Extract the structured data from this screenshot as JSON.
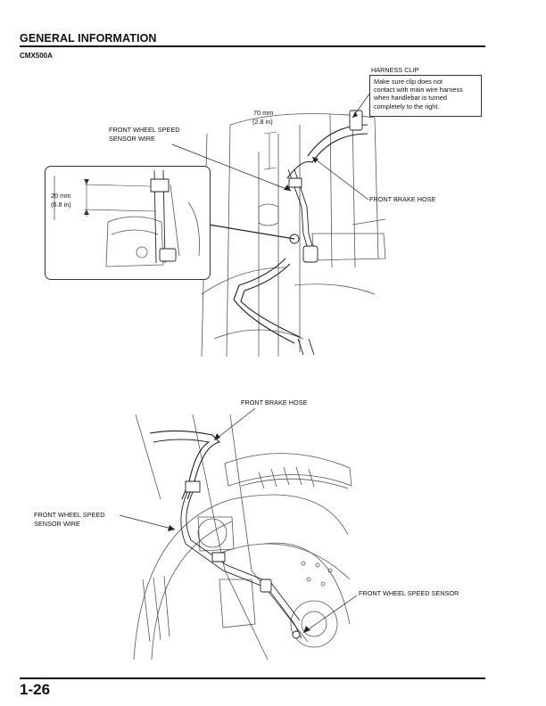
{
  "header": {
    "section_title": "GENERAL INFORMATION",
    "model": "CMX500A"
  },
  "figure_top": {
    "harness_clip": {
      "label": "HARNESS CLIP",
      "note_lines": [
        "Make sure clip does not",
        "contact with main wire harness",
        "when handlebar is turned",
        "completely to the right."
      ]
    },
    "dimension_main": {
      "value": "70 mm",
      "imperial": "(2.8 in)"
    },
    "sensor_wire_lines": [
      "FRONT WHEEL SPEED",
      "SENSOR WIRE"
    ],
    "brake_hose": "FRONT BRAKE HOSE",
    "inset_dimension": {
      "value": "20 mm",
      "imperial": "(0.8 in)"
    }
  },
  "figure_bottom": {
    "brake_hose": "FRONT BRAKE HOSE",
    "sensor_wire_lines": [
      "FRONT WHEEL SPEED",
      "SENSOR WIRE"
    ],
    "speed_sensor": "FRONT WHEEL SPEED SENSOR"
  },
  "footer": {
    "page_number": "1-26"
  }
}
